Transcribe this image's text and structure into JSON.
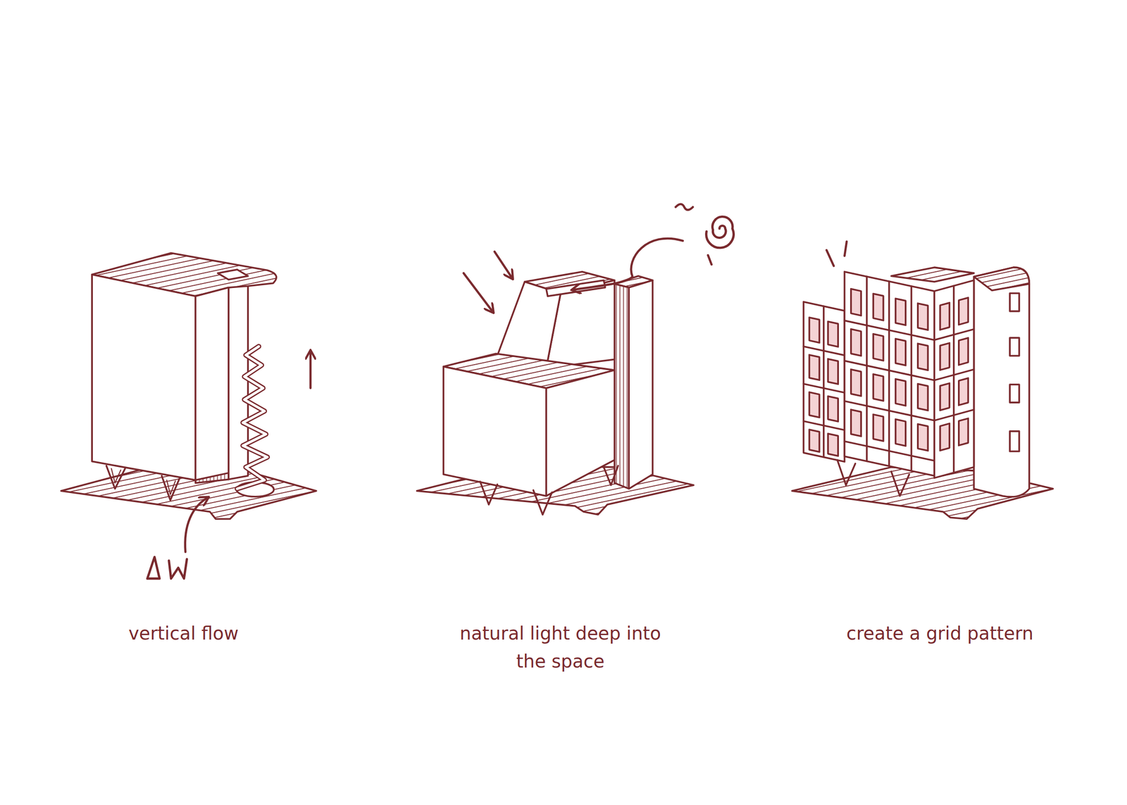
{
  "diagram": {
    "labels": [
      "vertical flow",
      "natural light deep into the space",
      "create a grid pattern"
    ]
  }
}
